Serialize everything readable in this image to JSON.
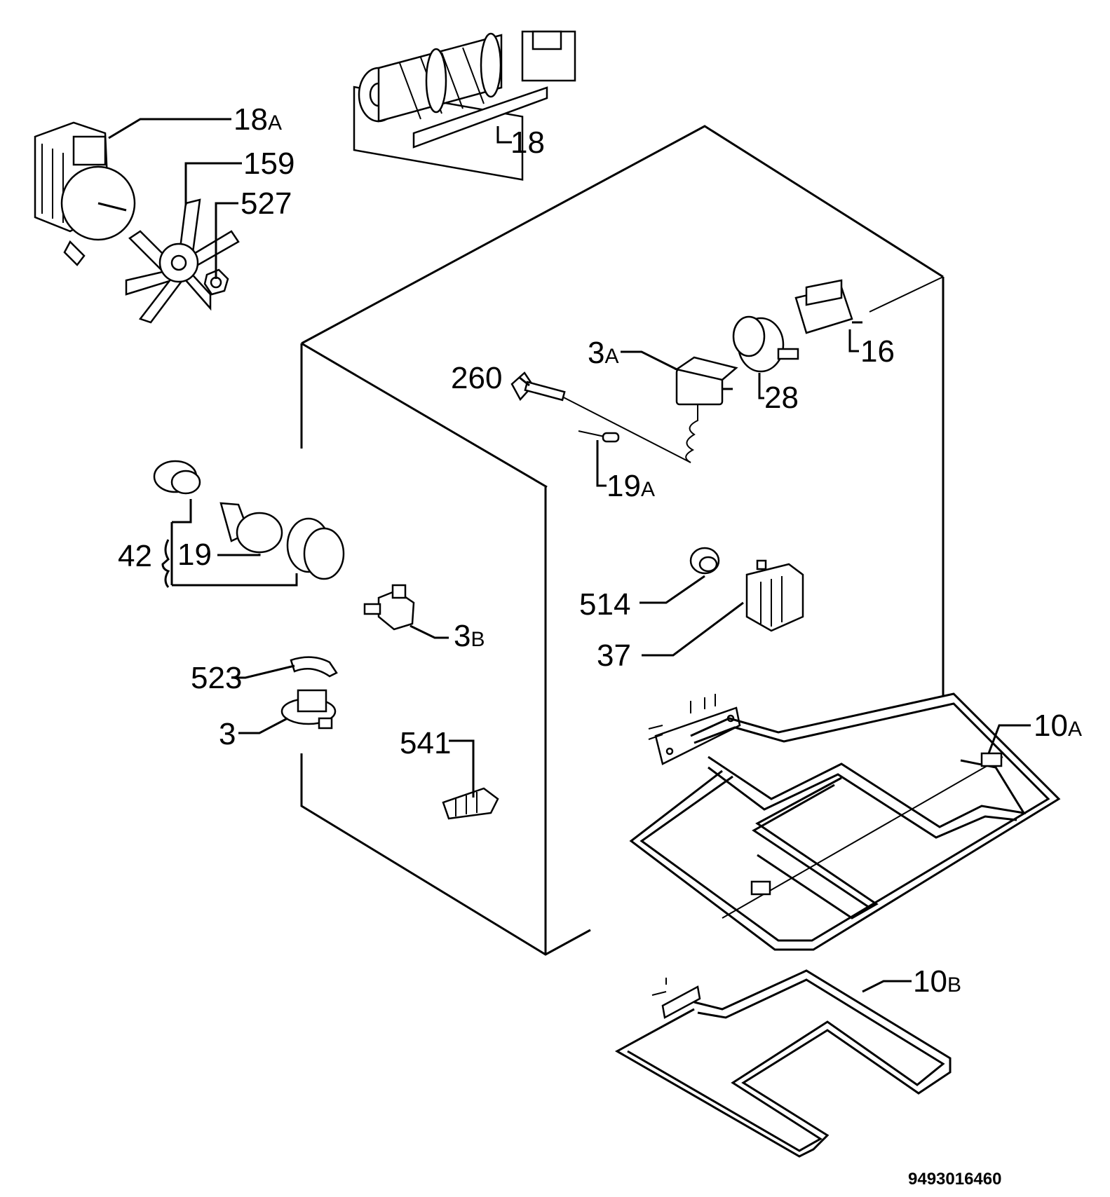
{
  "labels": {
    "p18a": {
      "main": "18",
      "suffix": "A"
    },
    "p18": "18",
    "p159": "159",
    "p527": "527",
    "p3a": {
      "main": "3",
      "suffix": "A"
    },
    "p260": "260",
    "p16": "16",
    "p28": "28",
    "p19a": {
      "main": "19",
      "suffix": "A"
    },
    "p42": "42",
    "p19": "19",
    "p3b": {
      "main": "3",
      "suffix": "B"
    },
    "p514": "514",
    "p37": "37",
    "p523": "523",
    "p3": "3",
    "p541": "541",
    "p10a": {
      "main": "10",
      "suffix": "A"
    },
    "p10b": {
      "main": "10",
      "suffix": "B"
    }
  },
  "document_number": "9493016460"
}
